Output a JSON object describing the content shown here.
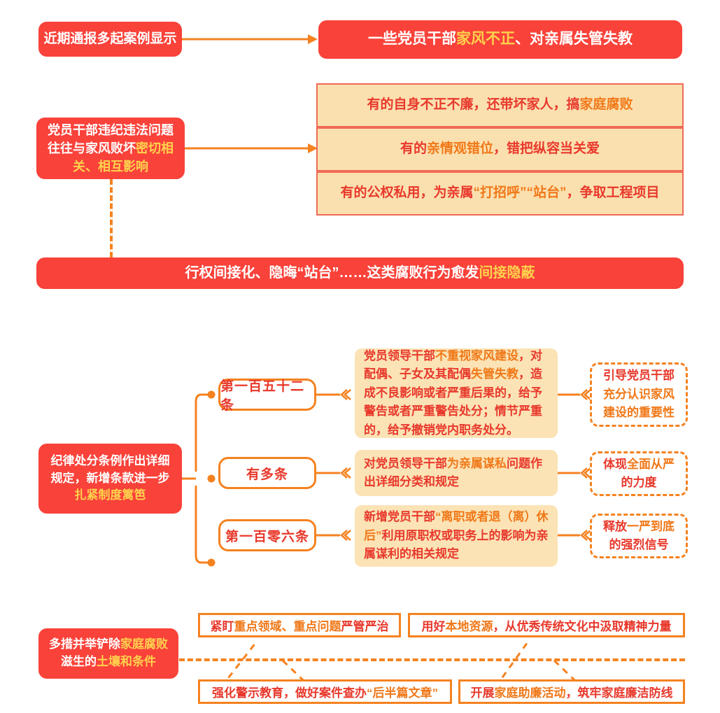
{
  "theme": {
    "red": "#f9423a",
    "orange": "#f58220",
    "yellow": "#ffd24d",
    "tan": "#fbe0af",
    "deep_red_text": "#e8392c"
  },
  "section1": {
    "source_box": "近期通报多起案例显示",
    "headline": {
      "p1": "一些党员干部",
      "hl": "家风不正",
      "p2": "、对亲属失管失教"
    },
    "left_box": {
      "p1": "党员干部违纪违法问题往往与家风败坏",
      "hl": "密切相关、相互影响"
    },
    "rows": [
      {
        "p1": "有的自身不正不廉，还带坏家人，搞",
        "hl": "家庭腐败",
        "p2": ""
      },
      {
        "p1": "有的",
        "hl": "亲情观错位",
        "p2": "，错把纵容当关爱"
      },
      {
        "p1": "有的公权私用，为亲属",
        "hl": "“打招呼”“站台”",
        "p2": "，争取工程项目"
      }
    ],
    "banner": {
      "p1": "行权间接化、隐晦“站台”……这类腐败行为愈发",
      "hl": "间接隐蔽"
    }
  },
  "section2": {
    "left_box": {
      "p1": "纪律处分条例作出详细规定，新增条款进一步",
      "hl": "扎紧制度篱笆"
    },
    "branches": [
      {
        "pill": "第一百五十二条",
        "content": {
          "p1": "党员领导干部",
          "hl1": "不重视家风建设",
          "p2": "，对配偶、子女及其配偶",
          "hl2": "失管失教",
          "p3": "，造成不良影响或者严重后果的，给予警告或者严重警告处分；情节严重的，给予撤销党内职务处分。"
        },
        "outcome": {
          "p1": "引导党员干部",
          "hl": "充分认识家风建设的重要性"
        }
      },
      {
        "pill": "有多条",
        "content": {
          "p1": "对党员领导干部",
          "hl1": "为亲属谋私",
          "p2": "问题作出详细分类和规定",
          "hl2": "",
          "p3": ""
        },
        "outcome": {
          "p1": "体现",
          "hl": "全面从严",
          "p2": "的力度"
        }
      },
      {
        "pill": "第一百零六条",
        "content": {
          "p1": "新增党员干部",
          "hl1": "“离职或者退（离）休后”",
          "p2": "利用原职权或职务上的影响为亲属谋利的相关规定",
          "hl2": "",
          "p3": ""
        },
        "outcome": {
          "p1": "释放",
          "hl": "一严到底",
          "p2": "的强烈信号"
        }
      }
    ]
  },
  "section3": {
    "left_box": {
      "p1": "多措并举铲除",
      "hl1": "家庭腐败",
      "p2": "滋生的",
      "hl2": "土壤和条件"
    },
    "measures": [
      {
        "p1": "紧盯",
        "hl": "重点领域、重点问题",
        "p2": "严管严治"
      },
      {
        "p1": "用好",
        "hl": "本地资源",
        "p2": "，从优秀传统文化中汲取精神力量"
      },
      {
        "p1": "强化警示教育，做好案件查办",
        "hl": "“后半篇文章”",
        "p2": ""
      },
      {
        "p1": "开展",
        "hl": "家庭助廉活动",
        "p2": "，筑牢家庭廉洁防线"
      }
    ]
  },
  "icons": {
    "arrow_right": "arrow-right-icon",
    "chevron_triple": "triple-chevron-icon",
    "node_dot": "node-dot-icon"
  }
}
